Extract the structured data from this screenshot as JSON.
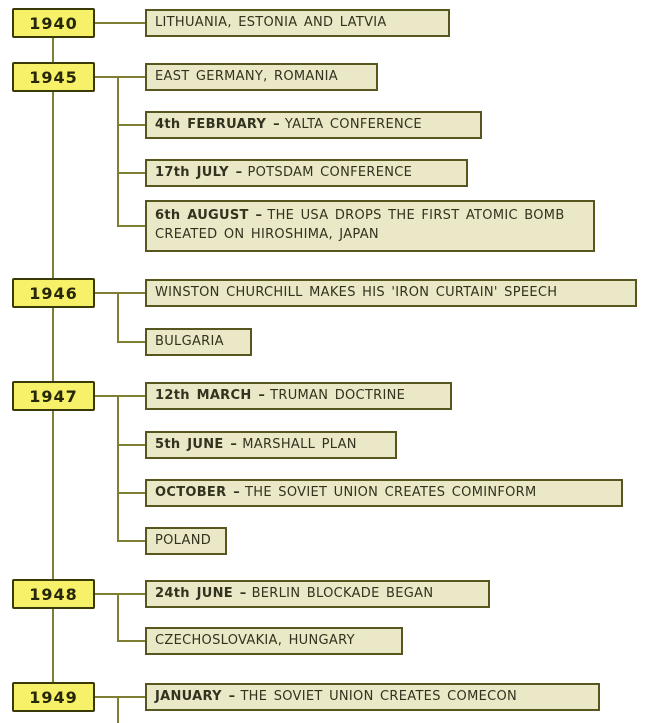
{
  "palette": {
    "background": "#FFFFFF",
    "year_box_fill": "#F6F168",
    "year_box_border": "#3A3A08",
    "event_box_fill": "#EAE8C7",
    "event_box_border": "#56561E",
    "line_color": "#7F7F33",
    "text_color": "#32321E"
  },
  "timeline": {
    "groups": [
      {
        "year": "1940",
        "events": [
          {
            "prefix": "",
            "text": "LITHUANIA, ESTONIA AND LATVIA"
          }
        ]
      },
      {
        "year": "1945",
        "events": [
          {
            "prefix": "",
            "text": "EAST GERMANY, ROMANIA"
          },
          {
            "prefix": "4th FEBRUARY –",
            "text": "YALTA CONFERENCE"
          },
          {
            "prefix": "17th JULY –",
            "text": "POTSDAM CONFERENCE"
          },
          {
            "prefix": "6th AUGUST –",
            "text": "THE USA DROPS THE FIRST ATOMIC BOMB CREATED ON HIROSHIMA, JAPAN"
          }
        ]
      },
      {
        "year": "1946",
        "events": [
          {
            "prefix": "",
            "text": "WINSTON CHURCHILL MAKES HIS 'IRON CURTAIN' SPEECH"
          },
          {
            "prefix": "",
            "text": "BULGARIA"
          }
        ]
      },
      {
        "year": "1947",
        "events": [
          {
            "prefix": "12th MARCH –",
            "text": "TRUMAN DOCTRINE"
          },
          {
            "prefix": "5th JUNE –",
            "text": "MARSHALL PLAN"
          },
          {
            "prefix": "OCTOBER –",
            "text": "THE SOVIET UNION CREATES COMINFORM"
          },
          {
            "prefix": "",
            "text": "POLAND"
          }
        ]
      },
      {
        "year": "1948",
        "events": [
          {
            "prefix": "24th JUNE –",
            "text": "BERLIN BLOCKADE BEGAN"
          },
          {
            "prefix": "",
            "text": "CZECHOSLOVAKIA, HUNGARY"
          }
        ]
      },
      {
        "year": "1949",
        "events": [
          {
            "prefix": "JANUARY –",
            "text": "THE SOVIET UNION CREATES COMECON"
          }
        ]
      }
    ]
  }
}
